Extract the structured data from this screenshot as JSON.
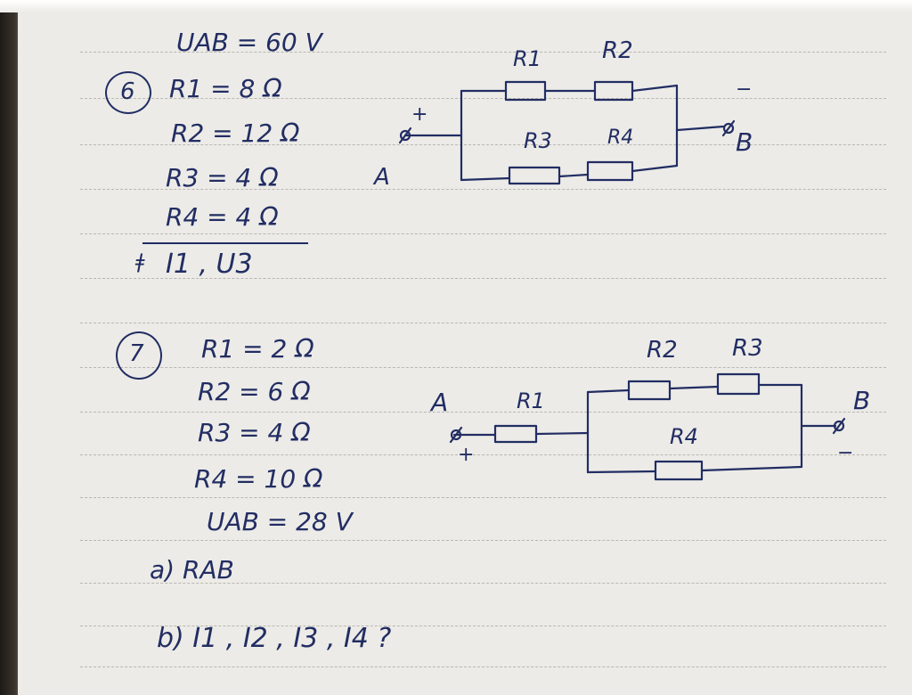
{
  "problem6": {
    "number": "6",
    "given": {
      "uab": "UAB = 60 V",
      "r1": "R1 = 8 Ω",
      "r2": "R2 = 12 Ω",
      "r3": "R3 = 4 Ω",
      "r4": "R4 = 4 Ω"
    },
    "find": "I1 , U3",
    "circuit": {
      "r1": "R1",
      "r2": "R2",
      "r3": "R3",
      "r4": "R4",
      "node_a": "A",
      "node_b": "B",
      "plus": "+",
      "minus": "−"
    }
  },
  "problem7": {
    "number": "7",
    "given": {
      "r1": "R1 = 2 Ω",
      "r2": "R2 = 6 Ω",
      "r3": "R3 = 4 Ω",
      "r4": "R4 = 10 Ω",
      "uab": "UAB = 28 V"
    },
    "question_a": "a) RAB",
    "question_b": "b) I1 , I2 , I3 , I4 ?",
    "circuit": {
      "r1": "R1",
      "r2": "R2",
      "r3": "R3",
      "r4": "R4",
      "node_a": "A",
      "node_b": "B",
      "plus": "+",
      "minus": "−"
    }
  }
}
